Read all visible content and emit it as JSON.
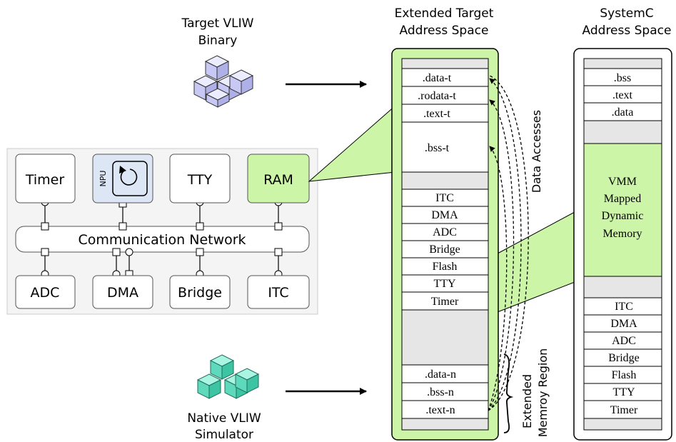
{
  "labels": {
    "target_binary": [
      "Target VLIW",
      "Binary"
    ],
    "native_simulator": [
      "Native VLIW",
      "Simulator"
    ],
    "extended_space": [
      "Extended Target",
      "Address Space"
    ],
    "systemc_space": [
      "SystemC",
      "Address Space"
    ],
    "data_accesses": "Data Accesses",
    "extended_region": [
      "Extended",
      "Memroy Region"
    ],
    "comm_network": "Communication Network"
  },
  "platform": {
    "top": [
      "Timer",
      "NPU",
      "TTY",
      "RAM"
    ],
    "bottom": [
      "ADC",
      "DMA",
      "Bridge",
      "ITC"
    ]
  },
  "extended_target": {
    "target_sections": [
      ".data-t",
      ".rodata-t",
      ".text-t",
      ".bss-t"
    ],
    "devices": [
      "ITC",
      "DMA",
      "ADC",
      "Bridge",
      "Flash",
      "TTY",
      "Timer"
    ],
    "native_sections": [
      ".data-n",
      ".bss-n",
      ".text-n"
    ]
  },
  "systemc": {
    "sections": [
      ".bss",
      ".text",
      ".data"
    ],
    "vmm": [
      "VMM",
      "Mapped",
      "Dynamic",
      "Memory"
    ],
    "devices": [
      "ITC",
      "DMA",
      "ADC",
      "Bridge",
      "Flash",
      "TTY",
      "Timer"
    ]
  },
  "colors": {
    "green": "#ccf5a8",
    "gray_cell": "#e6e6e6",
    "npu_blue": "#dde6f5",
    "binary_cubes": "#d9d9ff",
    "simulator_cubes": "#6fe5c8"
  }
}
